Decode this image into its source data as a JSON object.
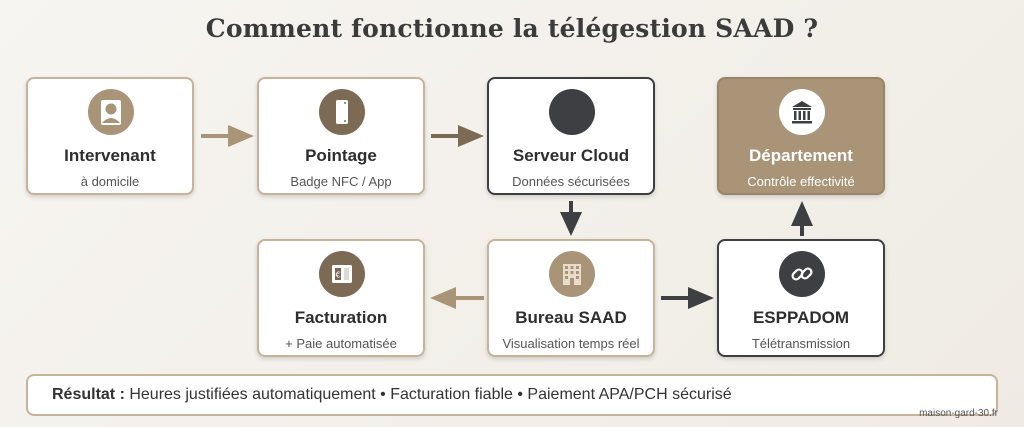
{
  "title": "Comment fonctionne la télégestion SAAD ?",
  "nodes": {
    "intervenant": {
      "name": "Intervenant",
      "sub": "à domicile",
      "icon": "person-icon"
    },
    "pointage": {
      "name": "Pointage",
      "sub": "Badge NFC / App",
      "icon": "nfc-badge-icon"
    },
    "serveur": {
      "name": "Serveur Cloud",
      "sub": "Données sécurisées",
      "icon": "cloud-icon"
    },
    "departement": {
      "name": "Département",
      "sub": "Contrôle effectivité",
      "icon": "bank-icon"
    },
    "facturation": {
      "name": "Facturation",
      "sub": "+ Paie automatisée",
      "icon": "euro-bill-icon"
    },
    "bureau": {
      "name": "Bureau SAAD",
      "sub": "Visualisation temps réel",
      "icon": "office-building-icon"
    },
    "esppadom": {
      "name": "ESPPADOM",
      "sub": "Télétransmission",
      "icon": "link-icon"
    }
  },
  "result": {
    "label": "Résultat :",
    "text": " Heures justifiées automatiquement • Facturation fiable • Paiement APA/PCH sécurisé"
  },
  "credit": "maison-gard-30.fr",
  "colors": {
    "beige": "#a99478",
    "brown": "#7d6a55",
    "dark": "#3e3f42",
    "border": "#c6b39a"
  }
}
